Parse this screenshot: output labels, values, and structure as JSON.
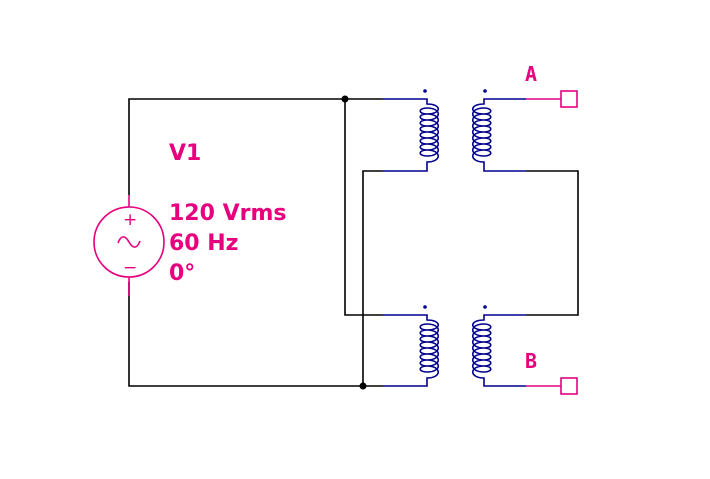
{
  "source": {
    "name": "V1",
    "voltage": "120 Vrms",
    "frequency": "60 Hz",
    "phase": "0°",
    "plus_sign": "+",
    "minus_sign": "−"
  },
  "terminals": {
    "a_label": "A",
    "b_label": "B"
  },
  "colors": {
    "wire": "#000000",
    "component": "#e6007e",
    "winding": "#00008b"
  }
}
